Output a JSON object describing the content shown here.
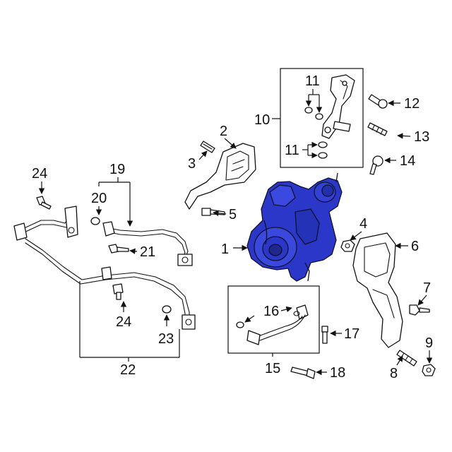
{
  "diagram": {
    "highlight_color": "#2b37c9",
    "line_color": "#111111",
    "callouts": {
      "c1": "1",
      "c2": "2",
      "c3": "3",
      "c4": "4",
      "c5": "5",
      "c6": "6",
      "c7": "7",
      "c8": "8",
      "c9": "9",
      "c10": "10",
      "c11a": "11",
      "c11b": "11",
      "c12": "12",
      "c13": "13",
      "c14": "14",
      "c15": "15",
      "c16": "16",
      "c17": "17",
      "c18": "18",
      "c19": "19",
      "c20": "20",
      "c21": "21",
      "c22": "22",
      "c23": "23",
      "c24a": "24",
      "c24b": "24"
    }
  }
}
